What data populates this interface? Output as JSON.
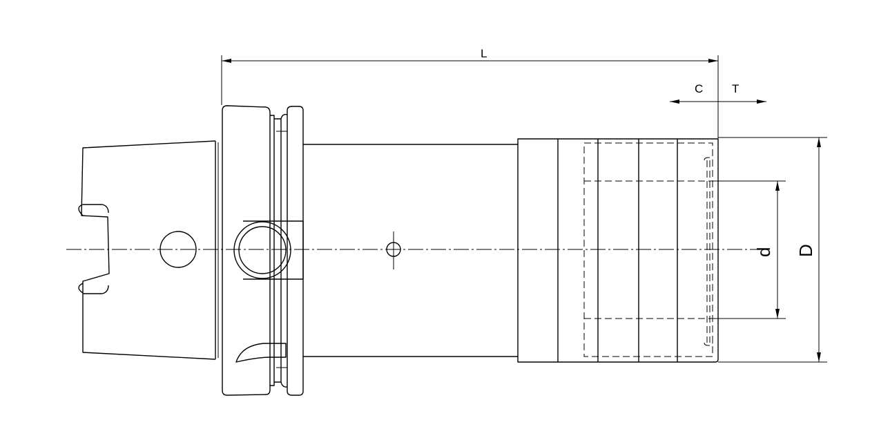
{
  "labels": {
    "L": "L",
    "C": "C",
    "T": "T",
    "d": "d",
    "D": "D"
  }
}
